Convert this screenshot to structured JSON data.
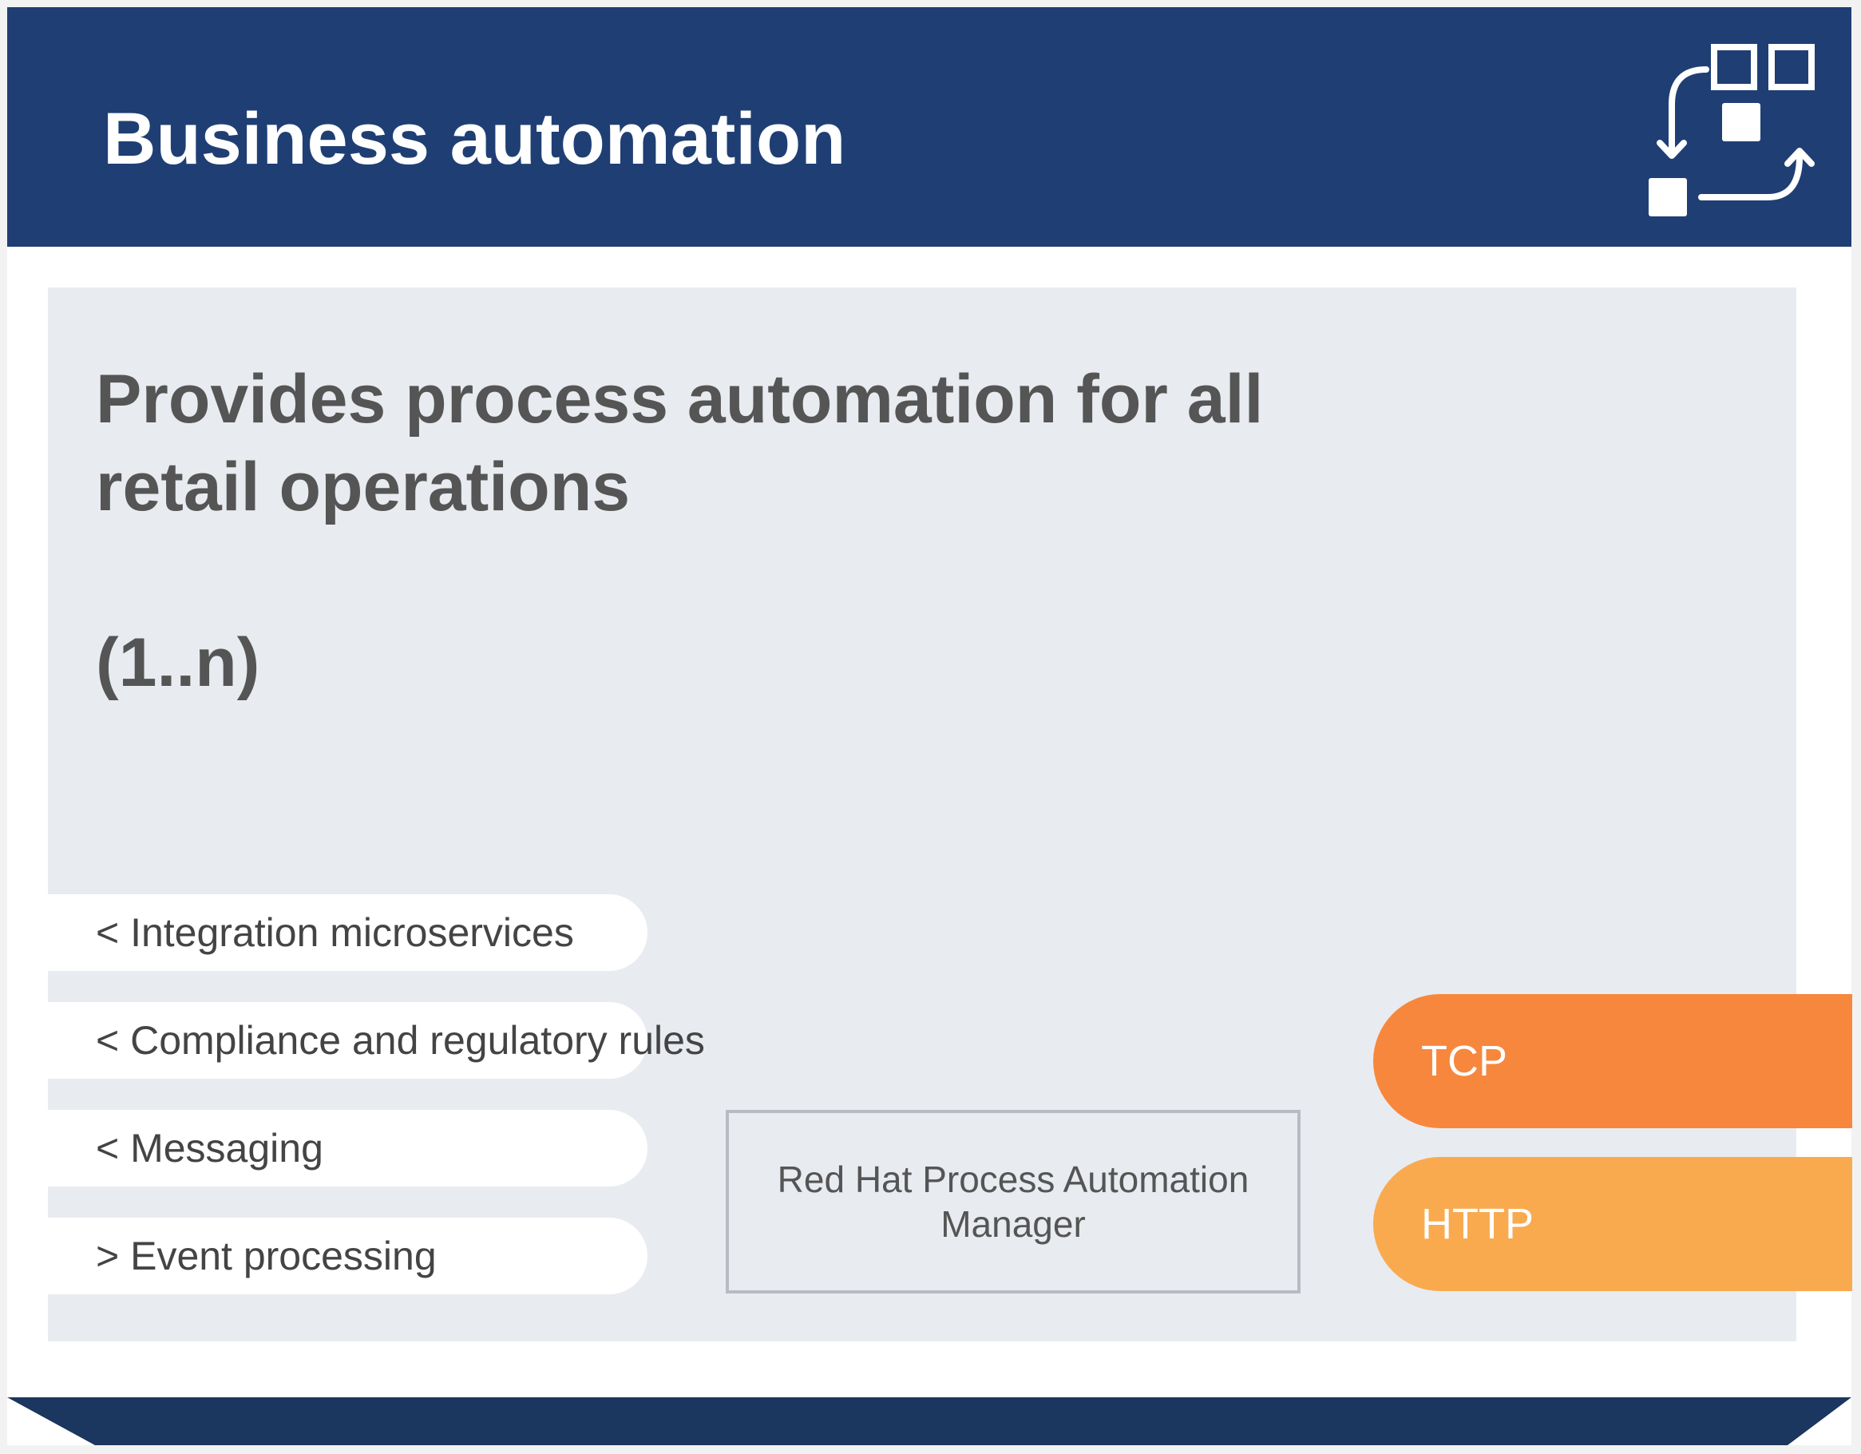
{
  "header": {
    "title": "Business automation",
    "icon": "process-automation-icon",
    "background_color": "#1f3f74"
  },
  "main": {
    "description": "Provides process automation for all retail operations",
    "cardinality": "(1..n)"
  },
  "capabilities": [
    {
      "label": "< Integration microservices"
    },
    {
      "label": "< Compliance and regulatory rules"
    },
    {
      "label": "< Messaging"
    },
    {
      "label": "> Event processing"
    }
  ],
  "product": {
    "label": "Red Hat Process Automation Manager"
  },
  "protocols": [
    {
      "label": "TCP",
      "color": "#f7873c"
    },
    {
      "label": "HTTP",
      "color": "#f9aa4f"
    }
  ]
}
